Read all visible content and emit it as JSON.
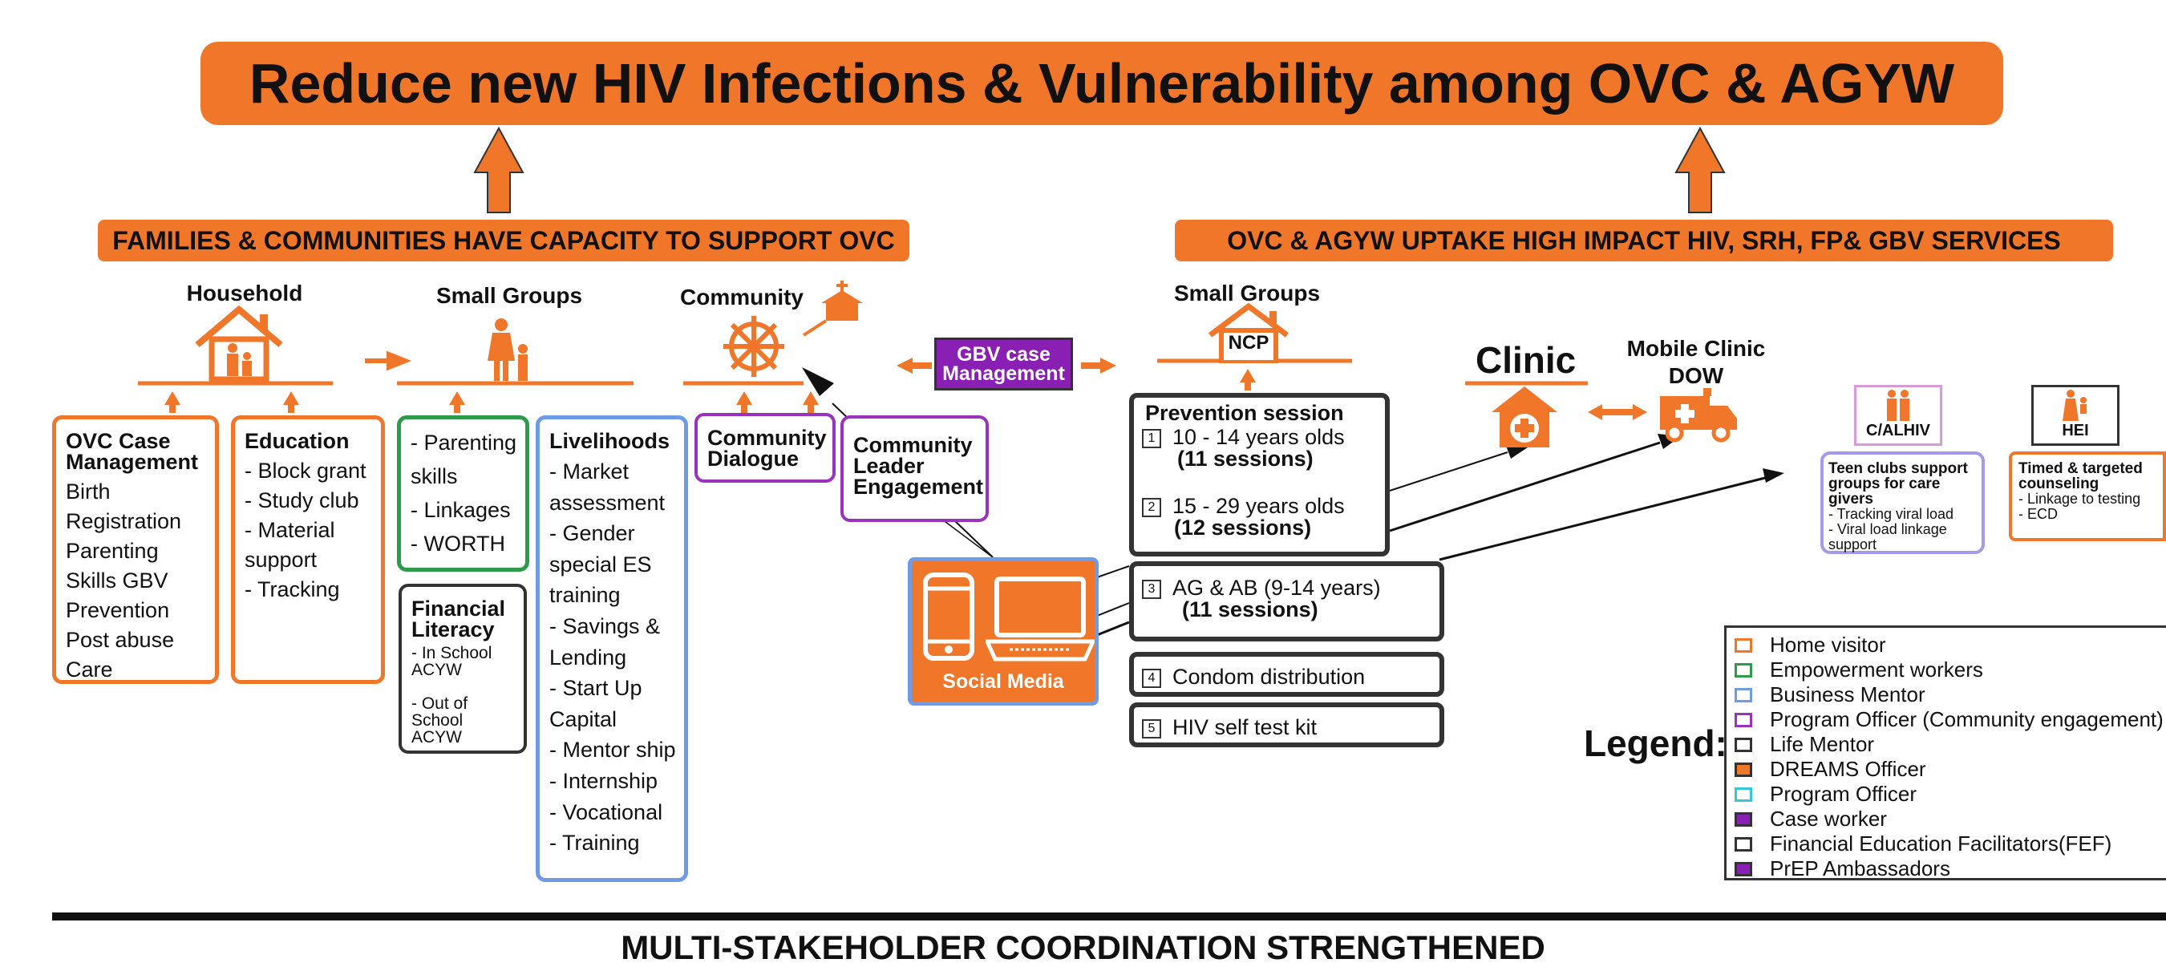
{
  "goal": "Reduce new HIV Infections & Vulnerability among OVC & AGYW",
  "left_outcome": "FAMILIES & COMMUNITIES HAVE CAPACITY TO SUPPORT OVC",
  "right_outcome": "OVC & AGYW UPTAKE HIGH IMPACT HIV, SRH, FP& GBV SERVICES",
  "levels": {
    "household": "Household",
    "small_groups": "Small Groups",
    "community": "Community",
    "small_groups_right": "Small Groups",
    "ncp": "NCP",
    "clinic": "Clinic",
    "mobile_clinic": "Mobile Clinic\nDOW"
  },
  "gbv": "GBV case\nManagement",
  "ovc": {
    "title": "OVC Case\nManagement",
    "body": "Birth\nRegistration\nParenting\nSkills GBV\nPrevention\nPost abuse\nCare"
  },
  "education": {
    "title": "Education",
    "body": "- Block grant\n- Study club\n- Material\n  support\n- Tracking"
  },
  "parenting": {
    "body": "- Parenting\n  skills\n- Linkages\n- WORTH"
  },
  "financial": {
    "title": "Financial\nLiteracy",
    "body": "- In School\nACYW\n\n- Out of School\nACYW"
  },
  "livelihoods": {
    "title": "Livelihoods",
    "body": "- Market\n  assessment\n- Gender\n  special ES\n  training\n- Savings &\n  Lending\n- Start Up\n  Capital\n- Mentor ship\n- Internship\n- Vocational\n- Training"
  },
  "community_dialogue": "Community\nDialogue",
  "community_leader": "Community\nLeader\nEngagement",
  "social_media": "Social Media",
  "prevention": {
    "title": "Prevention session",
    "items": [
      {
        "n": "1",
        "label": "10 - 14 years olds",
        "sub": "(11 sessions)"
      },
      {
        "n": "2",
        "label": "15 - 29 years olds",
        "sub": "(12 sessions)"
      }
    ]
  },
  "services": [
    {
      "n": "3",
      "label": "AG & AB (9-14 years)",
      "sub": "(11 sessions)"
    },
    {
      "n": "4",
      "label": "Condom distribution",
      "sub": ""
    },
    {
      "n": "5",
      "label": "HIV self test kit",
      "sub": ""
    }
  ],
  "calhiv": {
    "tag": "C/ALHIV",
    "title": "Teen clubs support\ngroups for care givers",
    "body": "- Tracking viral load\n- Viral load linkage\nsupport"
  },
  "hei": {
    "tag": "HEI",
    "title": "Timed & targeted\ncounseling",
    "body": "- Linkage to testing\n- ECD"
  },
  "legend": {
    "title": "Legend:",
    "items": [
      {
        "label": "Home visitor",
        "color": "#f0772a",
        "fill": false
      },
      {
        "label": "Empowerment workers",
        "color": "#2e9a4c",
        "fill": false
      },
      {
        "label": "Business Mentor",
        "color": "#6f9be6",
        "fill": false
      },
      {
        "label": "Program Officer (Community engagement)",
        "color": "#9a32c0",
        "fill": false
      },
      {
        "label": "Life Mentor",
        "color": "#333333",
        "fill": false
      },
      {
        "label": "DREAMS Officer",
        "color": "#f0772a",
        "fill": true
      },
      {
        "label": "Program Officer",
        "color": "#34c9d8",
        "fill": false
      },
      {
        "label": "Case worker",
        "color": "#8a1fb3",
        "fill": true
      },
      {
        "label": "Financial Education Facilitators(FEF)",
        "color": "#333333",
        "fill": false
      },
      {
        "label": "PrEP Ambassadors",
        "color": "#8a1fb3",
        "fill": true
      }
    ]
  },
  "footer": "MULTI-STAKEHOLDER COORDINATION STRENGTHENED"
}
